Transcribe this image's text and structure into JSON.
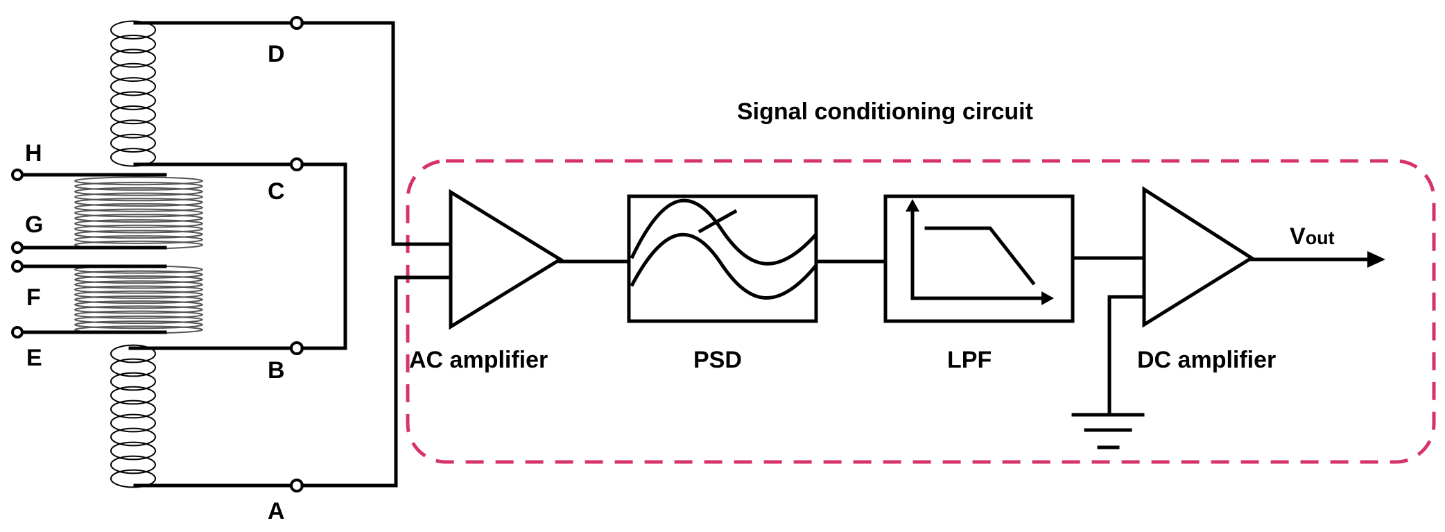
{
  "diagram": {
    "title": "Signal conditioning circuit",
    "terminals": [
      "H",
      "G",
      "F",
      "E",
      "D",
      "C",
      "B",
      "A"
    ],
    "blocks": {
      "ac_amplifier": "AC amplifier",
      "psd": "PSD",
      "lpf": "LPF",
      "dc_amplifier": "DC amplifier"
    },
    "output": {
      "main": "V",
      "sub": "out"
    },
    "colors": {
      "dashed_border": "#d6336c",
      "wire": "#000000"
    }
  }
}
